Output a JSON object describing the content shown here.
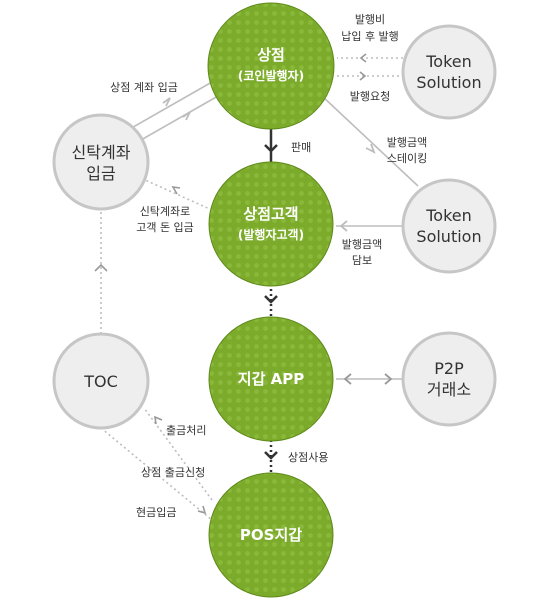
{
  "colors": {
    "green_fill": "#7cab2b",
    "green_stroke": "#5e8a1a",
    "gray_fill": "#eeeeee",
    "gray_stroke": "#c6c6c6",
    "line_gray": "#bdbdbd",
    "dark_line": "#333333",
    "text": "#333333"
  },
  "nodes": {
    "merchant": {
      "title": "상점",
      "subtitle": "(코인발행자)"
    },
    "merchant_customer": {
      "title": "상점고객",
      "subtitle": "(발행자고객)"
    },
    "wallet_app": {
      "title": "지갑 APP"
    },
    "pos_wallet": {
      "title": "POS지갑"
    },
    "trust_account": {
      "line1": "신탁계좌",
      "line2": "입금"
    },
    "token_solution_top": {
      "line1": "Token",
      "line2": "Solution"
    },
    "token_solution_mid": {
      "line1": "Token",
      "line2": "Solution"
    },
    "toc": {
      "title": "TOC"
    },
    "p2p": {
      "line1": "P2P",
      "line2": "거래소"
    }
  },
  "edge_labels": {
    "issue_fee_1": "발행비",
    "issue_fee_2": "납입 후 발행",
    "issue_request": "발행요청",
    "merchant_deposit": "상점 계좌 입금",
    "sale": "판매",
    "staking_1": "발행금액",
    "staking_2": "스테이킹",
    "trust_customer_1": "신탁계좌로",
    "trust_customer_2": "고객 돈 입금",
    "collateral_1": "발행금액",
    "collateral_2": "담보",
    "store_use": "상점사용",
    "withdraw_process": "출금처리",
    "withdraw_request": "상점 출금신청",
    "cash_deposit": "현금입금"
  }
}
